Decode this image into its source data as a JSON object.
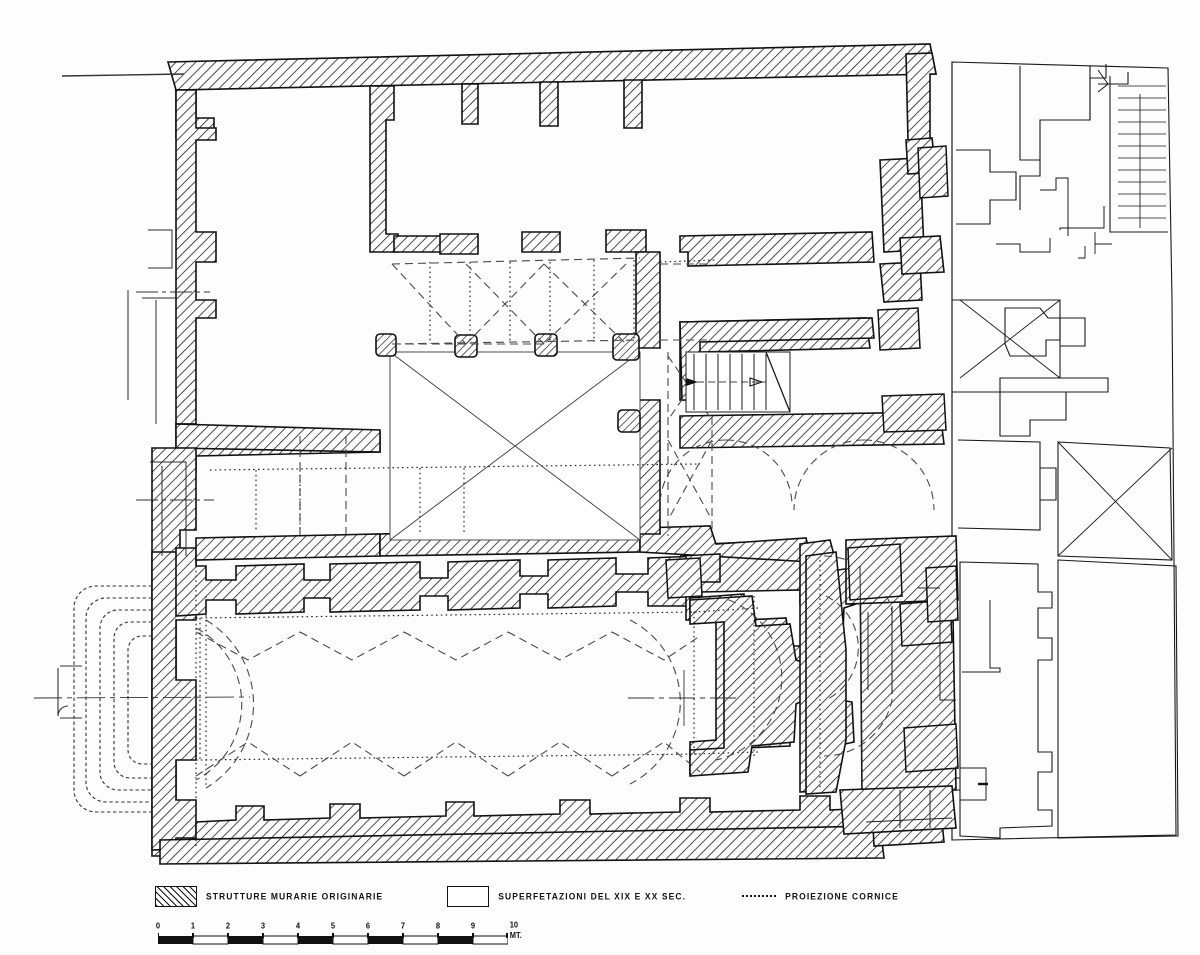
{
  "document": {
    "type": "architectural-floor-plan",
    "background_color": "#fdfdfd",
    "ink_color": "#111111"
  },
  "legend": {
    "items": [
      {
        "swatch": "hatched-rectangle",
        "label": "STRUTTURE MURARIE ORIGINARIE"
      },
      {
        "swatch": "empty-rectangle",
        "label": "SUPERFETAZIONI DEL XIX E XX SEC."
      },
      {
        "swatch": "dotted-line",
        "label": "PROIEZIONE CORNICE"
      }
    ]
  },
  "scale": {
    "unit_label": "10 MT.",
    "ticks": [
      "0",
      "1",
      "2",
      "3",
      "4",
      "5",
      "6",
      "7",
      "8",
      "9",
      "10"
    ],
    "segments": 10,
    "length_meters": 10
  },
  "plan": {
    "drawing_elements": [
      "original-masonry-hatched-walls",
      "later-additions-thin-outline",
      "cornice-projection-dotted",
      "vault-projection-dashed",
      "cloister-courtyard-cross-vault",
      "nave-with-side-chapels",
      "apse-semicircular",
      "staircase-with-direction-arrow",
      "entrance-steps",
      "axis-centerlines"
    ]
  }
}
